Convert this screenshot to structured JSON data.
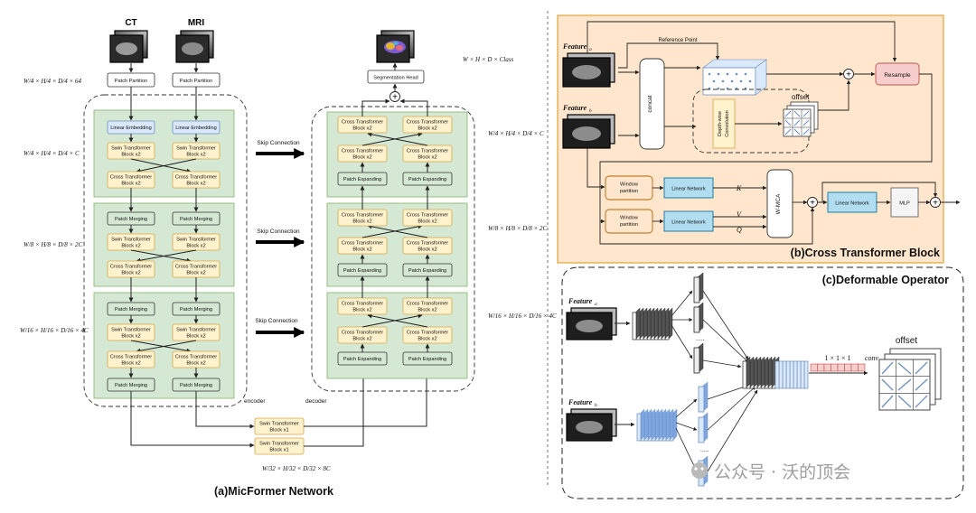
{
  "network": {
    "inputs": {
      "ct": "CT",
      "mri": "MRI"
    },
    "patch_partition": "Patch Partition",
    "linear_embedding": "Linear Embedding",
    "swin_block_x2": [
      "Swin Transformer",
      "Block x2"
    ],
    "swin_block_x1": [
      "Swin Transformer",
      "Block x1"
    ],
    "cross_block_x2": [
      "Cross Transformer",
      "Block x2"
    ],
    "patch_merging": "Patch Merging",
    "patch_expanding": "Patch Expanding",
    "skip_connection": "Skip Connection",
    "segmentation_head": "Segmentation Head",
    "encoder": "encoder",
    "decoder": "decoder",
    "output_shape": "W × H × D × Class",
    "dims_left": [
      "W/4 × H/4 × D/4 × 64",
      "W/4 × H/4 × D/4 × C",
      "W/8 × H/8 × D/8 × 2C",
      "W/16 × H/16 × D/16 × 4C"
    ],
    "dims_right": [
      "W/4 × H/4 × D/4 × C",
      "W/8 × H/8 × D/8 × 2C",
      "W/16 × H/16 × D/16 × 4C"
    ],
    "dims_bottom": "W/32 × H/32 × D/32 × 8C",
    "caption": "(a)MicFormer Network"
  },
  "cross_block": {
    "feature_a": "Feature",
    "feature_a_sub": "a",
    "feature_b": "Feature",
    "feature_b_sub": "b",
    "reference_point": "Reference Point",
    "concat": "concat",
    "depthwise_conv": [
      "Depth-wise",
      "Convolution"
    ],
    "offset": "offset",
    "resample": "Resample",
    "window_partition": [
      "Window",
      "partition"
    ],
    "linear_network": "Linear Network",
    "wmca": "W-MCA",
    "mlp": "MLP",
    "k": "K",
    "v": "V",
    "q": "Q",
    "caption": "(b)Cross Transformer Block"
  },
  "deformable": {
    "caption": "(c)Deformable  Operator",
    "feature_a": "Feature",
    "feature_a_sub": "a",
    "feature_b": "Feature",
    "feature_b_sub": "b",
    "conv_label": "1 × 1 × 1",
    "conv_word": "conv",
    "offset": "offset",
    "dots": "....."
  },
  "watermark": "公众号 · 沃的顶会"
}
